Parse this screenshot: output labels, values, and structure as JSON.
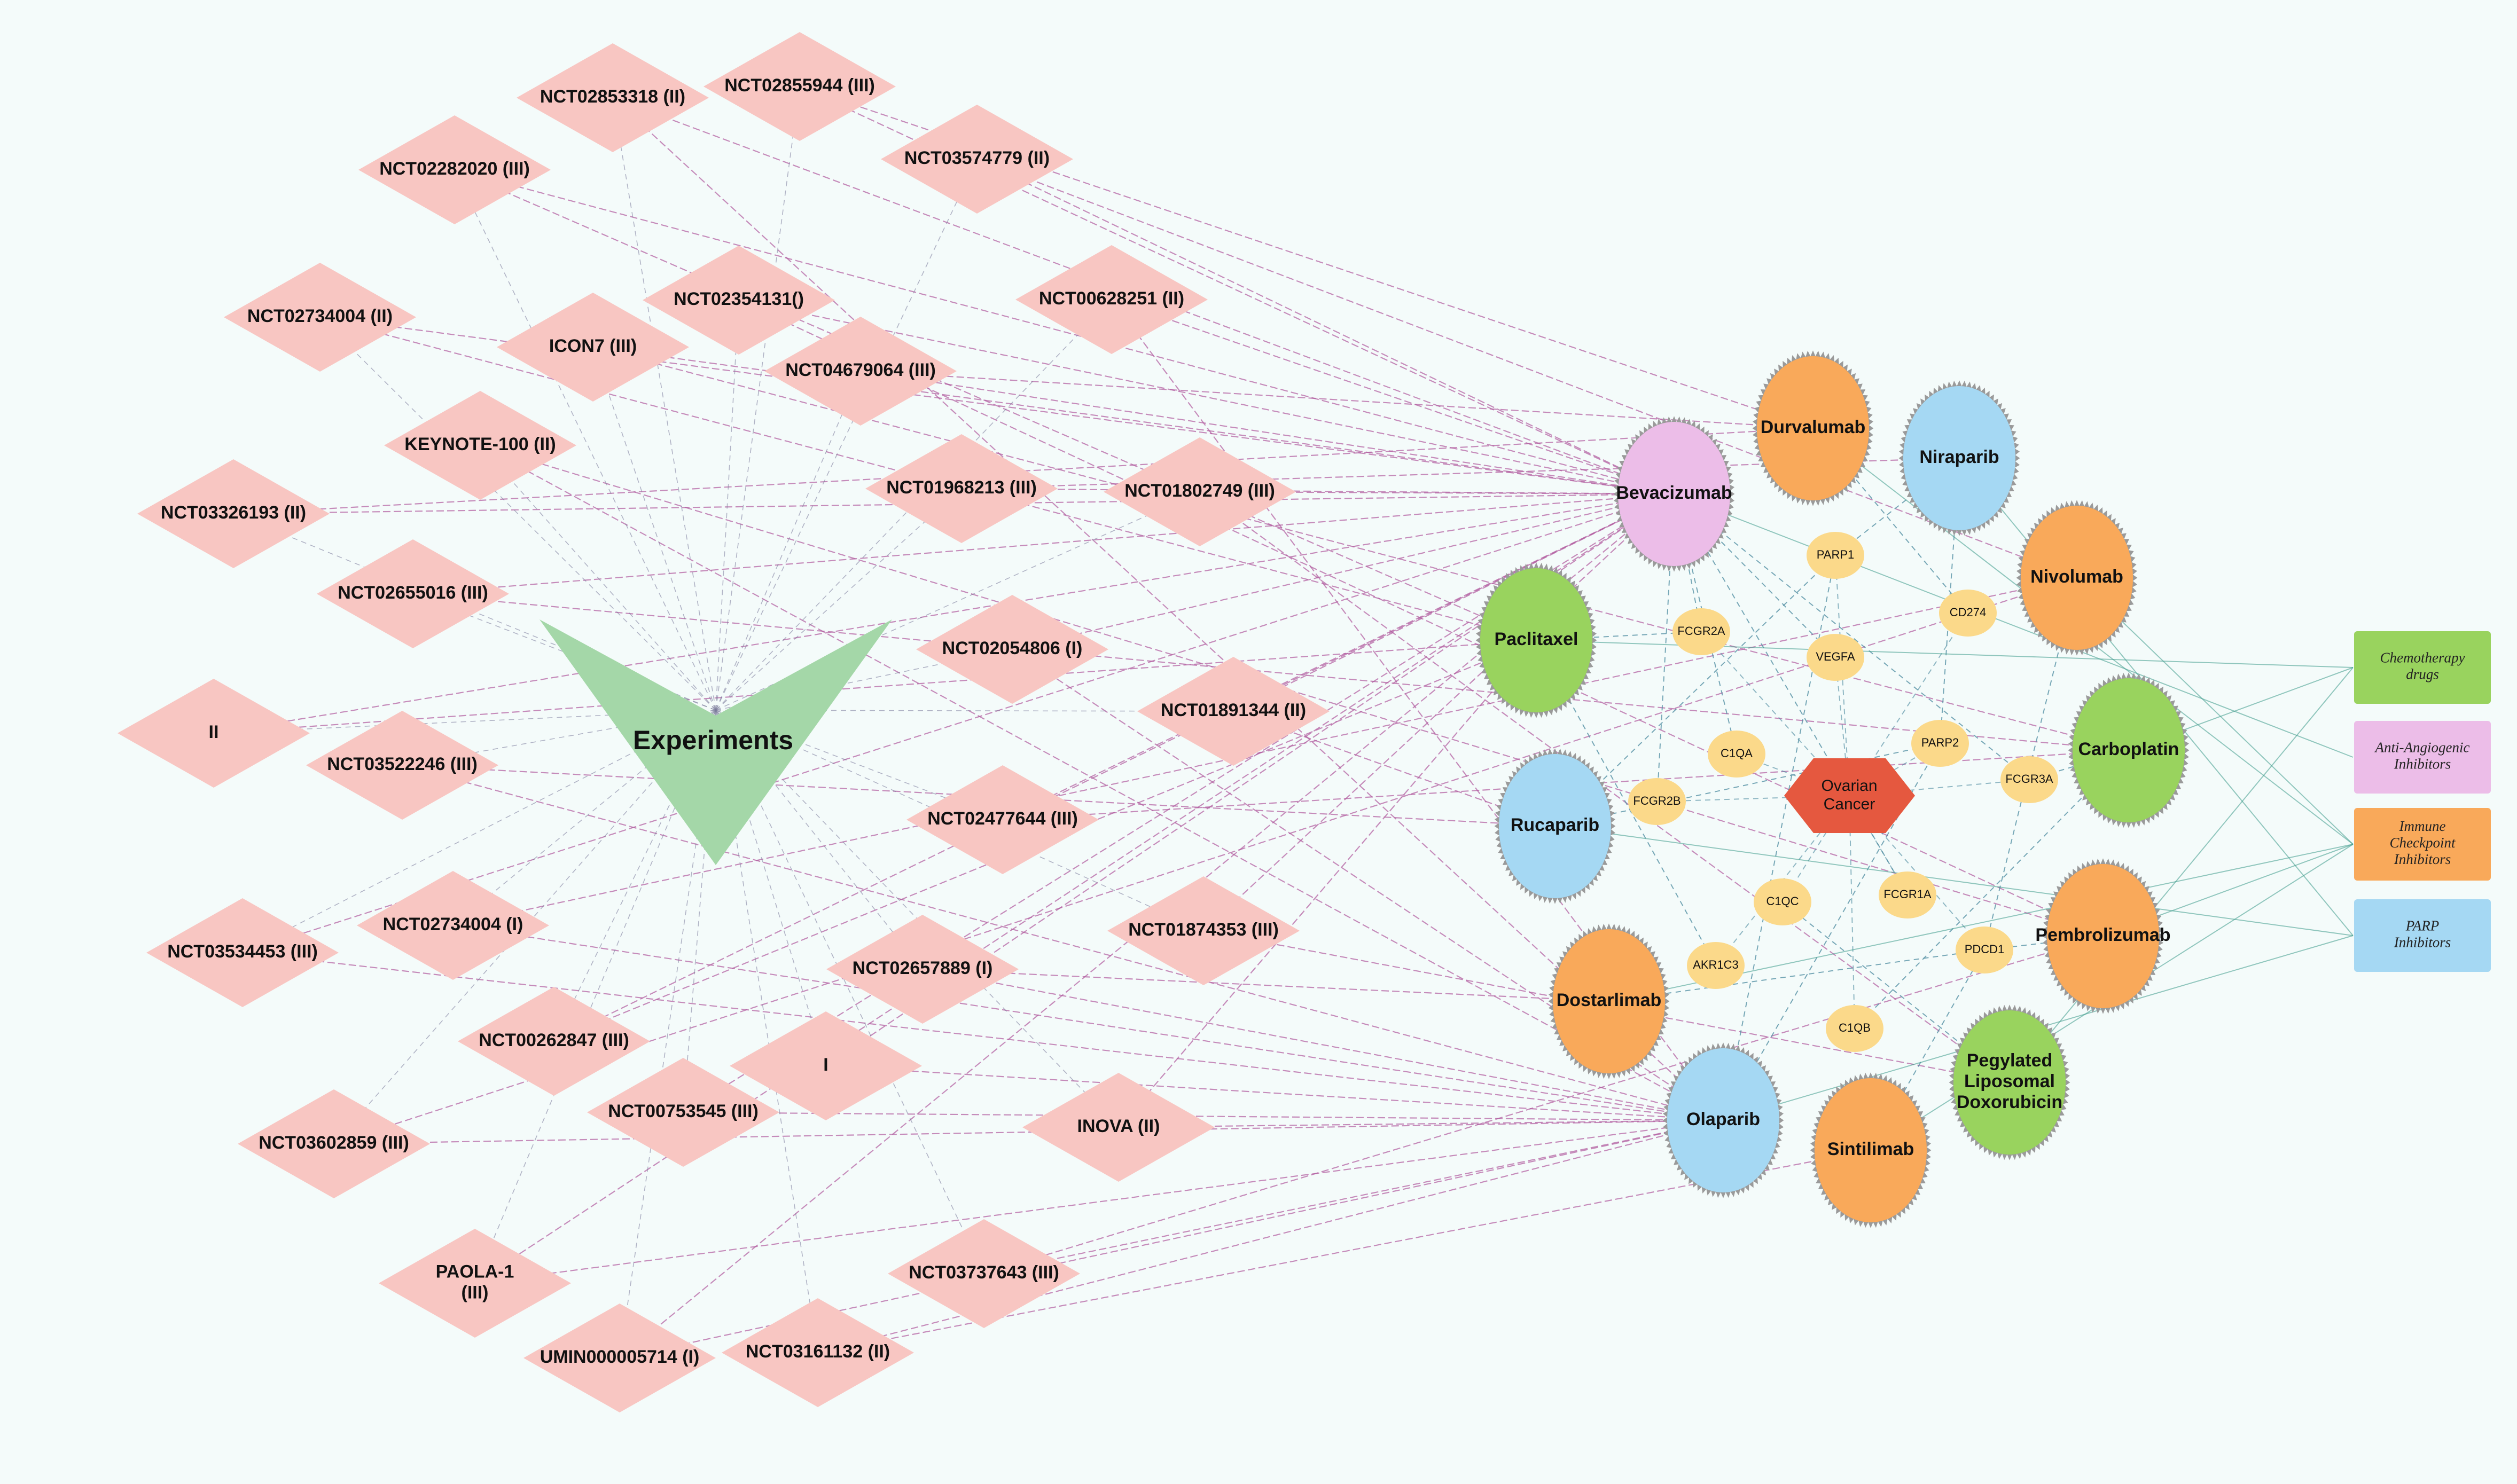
{
  "center_node": {
    "label": "Experiments"
  },
  "trials": [
    {
      "id": "t1",
      "label": "NCT02853318 (II)"
    },
    {
      "id": "t2",
      "label": "NCT02855944 (III)"
    },
    {
      "id": "t3",
      "label": "NCT02282020 (III)"
    },
    {
      "id": "t4",
      "label": "NCT03574779 (II)"
    },
    {
      "id": "t5",
      "label": "NCT02734004 (II)"
    },
    {
      "id": "t6",
      "label": "ICON7 (III)"
    },
    {
      "id": "t7",
      "label": "NCT02354131()"
    },
    {
      "id": "t8",
      "label": "NCT00628251 (II)"
    },
    {
      "id": "t9",
      "label": "NCT04679064 (III)"
    },
    {
      "id": "t10",
      "label": "KEYNOTE-100 (II)"
    },
    {
      "id": "t11",
      "label": "NCT03326193 (II)"
    },
    {
      "id": "t12",
      "label": "NCT01968213 (III)"
    },
    {
      "id": "t13",
      "label": "NCT01802749 (III)"
    },
    {
      "id": "t14",
      "label": "NCT02655016 (III)"
    },
    {
      "id": "t15",
      "label": "NCT02054806 (I)"
    },
    {
      "id": "t16",
      "label": "II"
    },
    {
      "id": "t17",
      "label": "NCT01891344 (II)"
    },
    {
      "id": "t18",
      "label": "NCT03522246 (III)"
    },
    {
      "id": "t19",
      "label": "NCT02477644 (III)"
    },
    {
      "id": "t20",
      "label": "NCT03534453 (III)"
    },
    {
      "id": "t21",
      "label": "NCT02734004 (I)"
    },
    {
      "id": "t22",
      "label": "NCT01874353 (III)"
    },
    {
      "id": "t23",
      "label": "NCT02657889 (I)"
    },
    {
      "id": "t24",
      "label": "NCT00262847 (III)"
    },
    {
      "id": "t25",
      "label": "I"
    },
    {
      "id": "t26",
      "label": "NCT00753545 (III)"
    },
    {
      "id": "t27",
      "label": "NCT03602859 (III)"
    },
    {
      "id": "t28",
      "label": "INOVA (II)"
    },
    {
      "id": "t29",
      "label": "PAOLA-1 (III)"
    },
    {
      "id": "t30",
      "label": "NCT03737643 (III)"
    },
    {
      "id": "t31",
      "label": "UMIN000005714 (I)"
    },
    {
      "id": "t32",
      "label": "NCT03161132 (II)"
    }
  ],
  "drugs": [
    {
      "id": "bev",
      "label": "Bevacizumab",
      "category": "anti"
    },
    {
      "id": "dur",
      "label": "Durvalumab",
      "category": "immune"
    },
    {
      "id": "nir",
      "label": "Niraparib",
      "category": "parp"
    },
    {
      "id": "niv",
      "label": "Nivolumab",
      "category": "immune"
    },
    {
      "id": "pac",
      "label": "Paclitaxel",
      "category": "chemo"
    },
    {
      "id": "car",
      "label": "Carboplatin",
      "category": "chemo"
    },
    {
      "id": "ruc",
      "label": "Rucaparib",
      "category": "parp"
    },
    {
      "id": "pem",
      "label": "Pembrolizumab",
      "category": "immune"
    },
    {
      "id": "dos",
      "label": "Dostarlimab",
      "category": "immune"
    },
    {
      "id": "pld",
      "label": "Pegylated Liposomal Doxorubicin",
      "category": "chemo"
    },
    {
      "id": "ola",
      "label": "Olaparib",
      "category": "parp"
    },
    {
      "id": "sin",
      "label": "Sintilimab",
      "category": "immune"
    }
  ],
  "genes": [
    {
      "id": "parp1",
      "label": "PARP1"
    },
    {
      "id": "cd274",
      "label": "CD274"
    },
    {
      "id": "fcgr2a",
      "label": "FCGR2A"
    },
    {
      "id": "vegfa",
      "label": "VEGFA"
    },
    {
      "id": "c1qa",
      "label": "C1QA"
    },
    {
      "id": "parp2",
      "label": "PARP2"
    },
    {
      "id": "fcgr3a",
      "label": "FCGR3A"
    },
    {
      "id": "fcgr2b",
      "label": "FCGR2B"
    },
    {
      "id": "c1qc",
      "label": "C1QC"
    },
    {
      "id": "fcgr1a",
      "label": "FCGR1A"
    },
    {
      "id": "akr1c3",
      "label": "AKR1C3"
    },
    {
      "id": "pdcd1",
      "label": "PDCD1"
    },
    {
      "id": "c1qb",
      "label": "C1QB"
    }
  ],
  "disease": {
    "label": "Ovarian Cancer"
  },
  "legend": [
    {
      "key": "chemo",
      "label": "Chemotherapy drugs",
      "color": "#99d35e"
    },
    {
      "key": "anti",
      "label": "Anti-Angiogenic Inhibitors",
      "color": "#ecbde8"
    },
    {
      "key": "immune",
      "label": "Immune Checkpoint Inhibitors",
      "color": "#f9a95a"
    },
    {
      "key": "parp",
      "label": "PARP Inhibitors",
      "color": "#a5d8f3"
    }
  ],
  "colors": {
    "background": "#f4fbfa",
    "trial": "#f8c6c2",
    "experiments": "#a4d7a8",
    "gene": "#fbd98a",
    "disease": "#e5583f",
    "edge_trial": "#b25da0",
    "edge_gene": "#4d8ba0"
  },
  "edges": {
    "trial_drug": [
      [
        "t1",
        "bev"
      ],
      [
        "t1",
        "ola"
      ],
      [
        "t2",
        "dur"
      ],
      [
        "t2",
        "bev"
      ],
      [
        "t3",
        "bev"
      ],
      [
        "t3",
        "pac"
      ],
      [
        "t4",
        "niv"
      ],
      [
        "t4",
        "bev"
      ],
      [
        "t5",
        "bev"
      ],
      [
        "t5",
        "pac"
      ],
      [
        "t6",
        "bev"
      ],
      [
        "t6",
        "car"
      ],
      [
        "t7",
        "pem"
      ],
      [
        "t7",
        "bev"
      ],
      [
        "t8",
        "bev"
      ],
      [
        "t8",
        "ola"
      ],
      [
        "t9",
        "dur"
      ],
      [
        "t9",
        "bev"
      ],
      [
        "t10",
        "pem"
      ],
      [
        "t10",
        "ola"
      ],
      [
        "t11",
        "bev"
      ],
      [
        "t11",
        "dur"
      ],
      [
        "t12",
        "bev"
      ],
      [
        "t12",
        "nir"
      ],
      [
        "t13",
        "bev"
      ],
      [
        "t13",
        "pld"
      ],
      [
        "t14",
        "bev"
      ],
      [
        "t14",
        "car"
      ],
      [
        "t15",
        "bev"
      ],
      [
        "t15",
        "ola"
      ],
      [
        "t16",
        "bev"
      ],
      [
        "t16",
        "pac"
      ],
      [
        "t17",
        "ruc"
      ],
      [
        "t17",
        "bev"
      ],
      [
        "t18",
        "ruc"
      ],
      [
        "t18",
        "ola"
      ],
      [
        "t19",
        "bev"
      ],
      [
        "t19",
        "car"
      ],
      [
        "t20",
        "ola"
      ],
      [
        "t20",
        "bev"
      ],
      [
        "t21",
        "niv"
      ],
      [
        "t21",
        "ola"
      ],
      [
        "t22",
        "bev"
      ],
      [
        "t22",
        "pld"
      ],
      [
        "t23",
        "ola"
      ],
      [
        "t23",
        "dos"
      ],
      [
        "t24",
        "bev"
      ],
      [
        "t24",
        "pac"
      ],
      [
        "t25",
        "ola"
      ],
      [
        "t25",
        "bev"
      ],
      [
        "t26",
        "bev"
      ],
      [
        "t26",
        "ola"
      ],
      [
        "t27",
        "ola"
      ],
      [
        "t27",
        "niv"
      ],
      [
        "t28",
        "pac"
      ],
      [
        "t28",
        "ola"
      ],
      [
        "t29",
        "bev"
      ],
      [
        "t29",
        "ola"
      ],
      [
        "t30",
        "ola"
      ],
      [
        "t30",
        "pem"
      ],
      [
        "t31",
        "ola"
      ],
      [
        "t31",
        "bev"
      ],
      [
        "t32",
        "sin"
      ],
      [
        "t32",
        "ola"
      ]
    ],
    "drug_gene": [
      [
        "bev",
        "vegfa"
      ],
      [
        "bev",
        "fcgr2a"
      ],
      [
        "bev",
        "c1qa"
      ],
      [
        "bev",
        "fcgr3a"
      ],
      [
        "bev",
        "fcgr2b"
      ],
      [
        "bev",
        "fcgr1a"
      ],
      [
        "dur",
        "cd274"
      ],
      [
        "niv",
        "pdcd1"
      ],
      [
        "pem",
        "pdcd1"
      ],
      [
        "dos",
        "pdcd1"
      ],
      [
        "sin",
        "pdcd1"
      ],
      [
        "nir",
        "parp1"
      ],
      [
        "nir",
        "parp2"
      ],
      [
        "ola",
        "parp1"
      ],
      [
        "ola",
        "parp2"
      ],
      [
        "ruc",
        "parp1"
      ],
      [
        "ruc",
        "parp2"
      ],
      [
        "pac",
        "akr1c3"
      ],
      [
        "car",
        "c1qb"
      ],
      [
        "pld",
        "c1qc"
      ],
      [
        "pac",
        "fcgr2a"
      ],
      [
        "car",
        "fcgr3a"
      ]
    ],
    "gene_disease": [
      "parp1",
      "cd274",
      "fcgr2a",
      "vegfa",
      "c1qa",
      "parp2",
      "fcgr3a",
      "fcgr2b",
      "c1qc",
      "fcgr1a",
      "akr1c3",
      "pdcd1",
      "c1qb"
    ],
    "drug_legend": [
      [
        "pac",
        "chemo"
      ],
      [
        "car",
        "chemo"
      ],
      [
        "pld",
        "chemo"
      ],
      [
        "bev",
        "anti"
      ],
      [
        "dur",
        "immune"
      ],
      [
        "niv",
        "immune"
      ],
      [
        "pem",
        "immune"
      ],
      [
        "dos",
        "immune"
      ],
      [
        "sin",
        "immune"
      ],
      [
        "nir",
        "parp"
      ],
      [
        "ruc",
        "parp"
      ],
      [
        "ola",
        "parp"
      ]
    ]
  }
}
